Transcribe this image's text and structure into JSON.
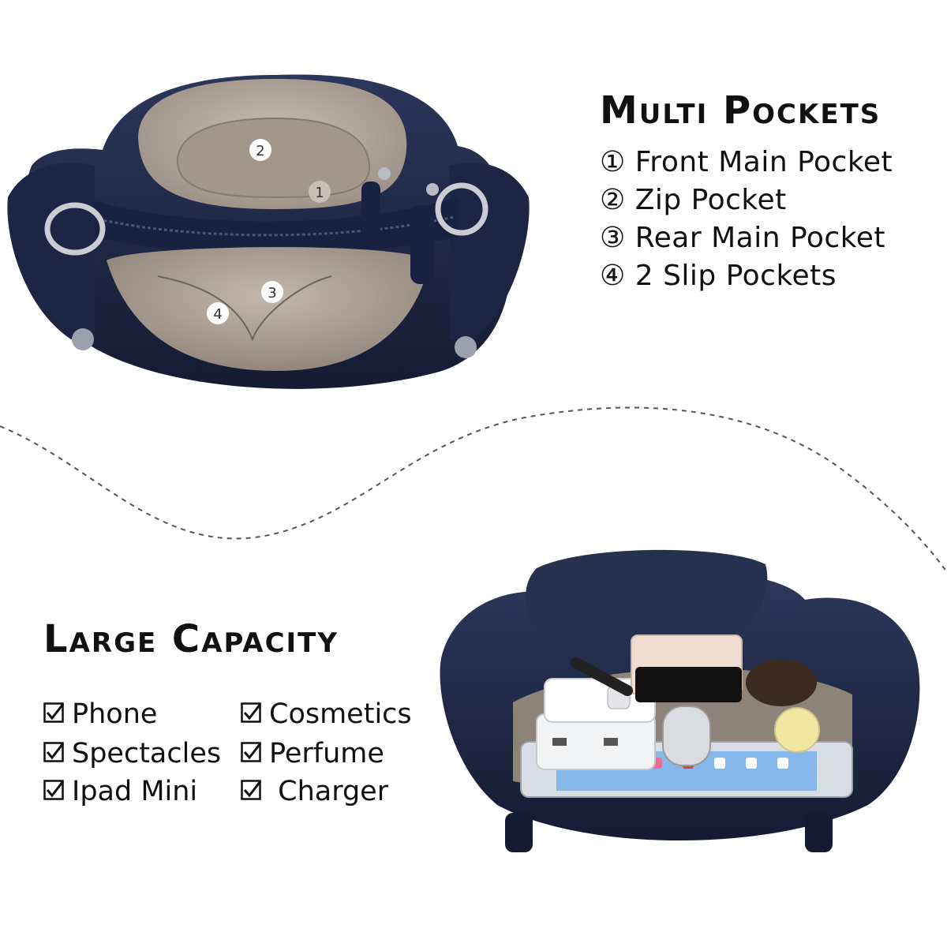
{
  "multi_pockets": {
    "title": "Multi Pockets",
    "items": [
      {
        "label": "① Front Main Pocket"
      },
      {
        "label": "② Zip Pocket"
      },
      {
        "label": "③ Rear Main Pocket"
      },
      {
        "label": "④ 2 Slip Pockets"
      }
    ]
  },
  "large_capacity": {
    "title": "Large Capacity",
    "items": [
      {
        "label": "Phone"
      },
      {
        "label": "Cosmetics"
      },
      {
        "label": "Spectacles"
      },
      {
        "label": "Perfume"
      },
      {
        "label": "Ipad Mini"
      },
      {
        "label": " Charger"
      }
    ]
  },
  "photo_markers": {
    "m1": "1",
    "m2": "2",
    "m3": "3",
    "m4": "4"
  },
  "colors": {
    "bag_navy": "#1f2a48",
    "lining_taupe": "#b7aba1",
    "text": "#111111",
    "divider": "#555555"
  }
}
